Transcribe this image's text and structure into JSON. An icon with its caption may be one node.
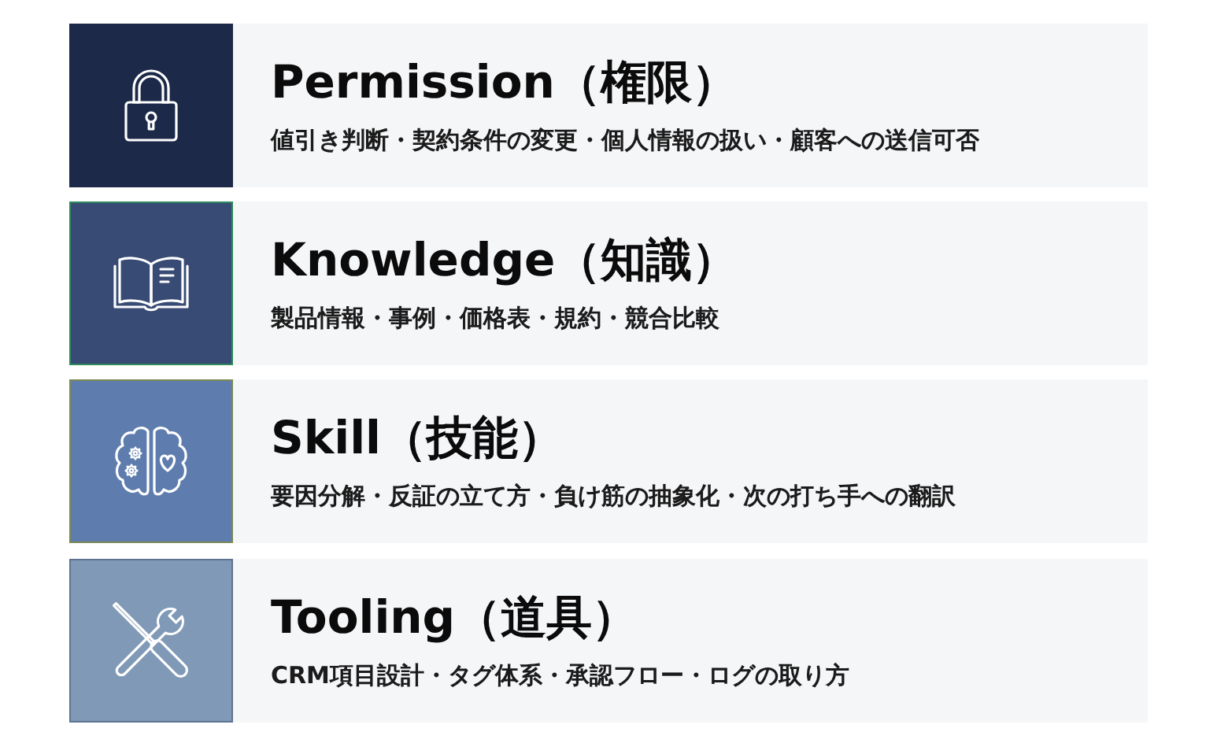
{
  "diagram": {
    "nodes": [
      {
        "text": [
          "Permission（権限）",
          "値引き判断・契約条件の変更・個人情報の扱い・顧客への送信可否"
        ]
      },
      {
        "text": [
          "Knowledge（知識）",
          "製品情報・事例・価格表・規約・競合比較"
        ]
      },
      {
        "text": [
          "Skill（技能）",
          "要因分解・反証の立て方・負け筋の抽象化・次の打ち手への翻訳"
        ]
      },
      {
        "text": [
          "Tooling（道具）",
          "CRM項目設計・タグ体系・承認フロー・ログの取り方"
        ]
      }
    ]
  }
}
